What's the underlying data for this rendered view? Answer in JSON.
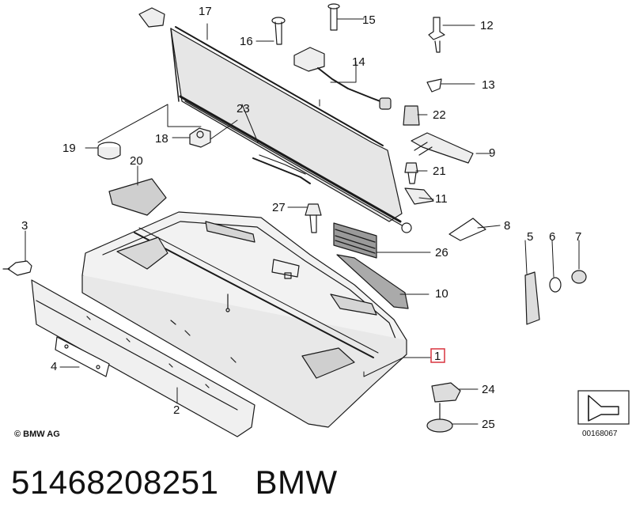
{
  "labels": {
    "n1": "1",
    "n2": "2",
    "n3": "3",
    "n4": "4",
    "n5": "5",
    "n6": "6",
    "n7": "7",
    "n8": "8",
    "n9": "9",
    "n10": "10",
    "n11": "11",
    "n12": "12",
    "n13": "13",
    "n14": "14",
    "n15": "15",
    "n16": "16",
    "n17": "17",
    "n18": "18",
    "n19": "19",
    "n20": "20",
    "n21": "21",
    "n22": "22",
    "n23": "23",
    "n24": "24",
    "n25": "25",
    "n26": "26",
    "n27": "27"
  },
  "copyright": "© BMW AG",
  "reference_number": "00168067",
  "caption": {
    "part_number": "51468208251",
    "brand": "BMW"
  },
  "highlight_color": "#d9343f"
}
